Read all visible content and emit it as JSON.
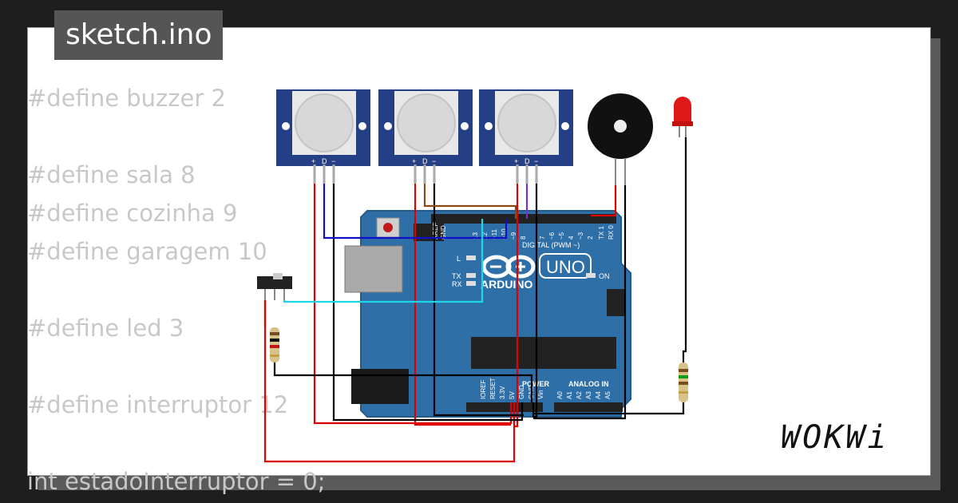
{
  "file_tab": {
    "label": "sketch.ino"
  },
  "code_lines": [
    "#define buzzer 2",
    "",
    "#define sala 8",
    "#define cozinha 9",
    "#define garagem 10",
    "",
    "#define led 3",
    "",
    "#define interruptor 12",
    "",
    "int estadoInterruptor = 0;"
  ],
  "board": {
    "brand": "ARDUINO",
    "model": "UNO",
    "digital_label": "DIGITAL (PWM ~)",
    "power_label": "POWER",
    "analog_label": "ANALOG IN",
    "led_labels": [
      "L",
      "TX",
      "RX"
    ],
    "on_label": "ON",
    "top_pins": [
      "AREF",
      "GND",
      "13",
      "12",
      "~11",
      "~10",
      "~9",
      "8",
      "7",
      "~6",
      "~5",
      "4",
      "~3",
      "2",
      "TX 1",
      "RX 0"
    ],
    "power_pins": [
      "IOREF",
      "RESET",
      "3.3V",
      "5V",
      "GND",
      "GND",
      "Vin"
    ],
    "analog_pins": [
      "A0",
      "A1",
      "A2",
      "A3",
      "A4",
      "A5"
    ]
  },
  "pir_pin_labels": [
    "+",
    "D",
    "−"
  ],
  "logo": {
    "text": "WOKWi"
  },
  "colors": {
    "board": "#2f6fa8",
    "pir": "#243f86",
    "wire_red": "#e00000",
    "wire_black": "#000000",
    "wire_blue": "#1010c8",
    "wire_cyan": "#1fd6e8",
    "wire_brown": "#8b4a12",
    "wire_purple": "#7a2fc8"
  }
}
